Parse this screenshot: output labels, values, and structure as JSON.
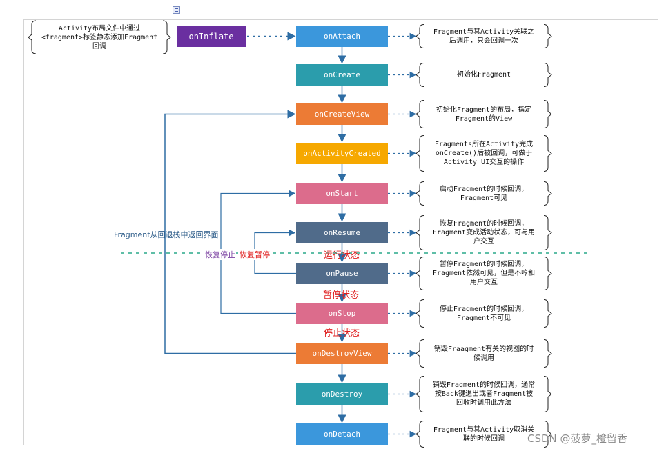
{
  "lifecycle": [
    {
      "id": "onAttach",
      "label": "onAttach",
      "color": "#3b97dc"
    },
    {
      "id": "onCreate",
      "label": "onCreate",
      "color": "#2b9dac"
    },
    {
      "id": "onCreateView",
      "label": "onCreateView",
      "color": "#ec7b35"
    },
    {
      "id": "onActivityCreated",
      "label": "onActivityCreated",
      "color": "#f6a800"
    },
    {
      "id": "onStart",
      "label": "onStart",
      "color": "#dc6c8c"
    },
    {
      "id": "onResume",
      "label": "onResume",
      "color": "#506b8a"
    },
    {
      "id": "onPause",
      "label": "onPause",
      "color": "#506b8a"
    },
    {
      "id": "onStop",
      "label": "onStop",
      "color": "#dc6c8c"
    },
    {
      "id": "onDestroyView",
      "label": "onDestroyView",
      "color": "#ec7b35"
    },
    {
      "id": "onDestroy",
      "label": "onDestroy",
      "color": "#2b9dac"
    },
    {
      "id": "onDetach",
      "label": "onDetach",
      "color": "#3b97dc"
    }
  ],
  "inflate": {
    "label": "onInflate",
    "color": "#6a2fa0"
  },
  "inflate_note": "Activity布局文件中通过\n<fragment>标签静态添加Fragment\n回调",
  "notes": [
    "Fragment与其Activity关联之\n后调用，只会回调一次",
    "初始化Fragment",
    "初始化Fragment的布局，指定\nFragment的View",
    "Fragments所在Activity完成\nonCreate()后被回调，可做于\nActivity UI交互的操作",
    "启动Fragment的时候回调，\nFragment可见",
    "恢复Fragment的时候回调，\nFragment变成活动状态，可与用\n户交互",
    "暂停Fragment的时候回调，\nFragment依然可见，但是不哼和\n用户交互",
    "停止Fragment的时候回调，\nFragment不可见",
    "销毁Fraagment有关的视图的时\n候调用",
    "销毁Fragment的时候回调，通常\n按Back键退出或者Fragment被\n回收时调用此方法",
    "Fragment与其Activity取消关\n联的时候回调"
  ],
  "loops": {
    "back_stack": "Fragment从回退栈中返回界面",
    "resume_stop": "恢复停止",
    "resume_pause": "恢复暂停"
  },
  "states": {
    "running": "运行状态",
    "paused": "暂停状态",
    "stopped": "停止状态"
  },
  "colors": {
    "wire": "#2e6da4",
    "state_text": "#e02020",
    "divider": "#2aa88a",
    "loop_text": "#2e5d8a",
    "resume_stop_text": "#7a3fa0",
    "resume_pause_text": "#e02020"
  },
  "watermark": "CSDN @菠萝_橙留香"
}
